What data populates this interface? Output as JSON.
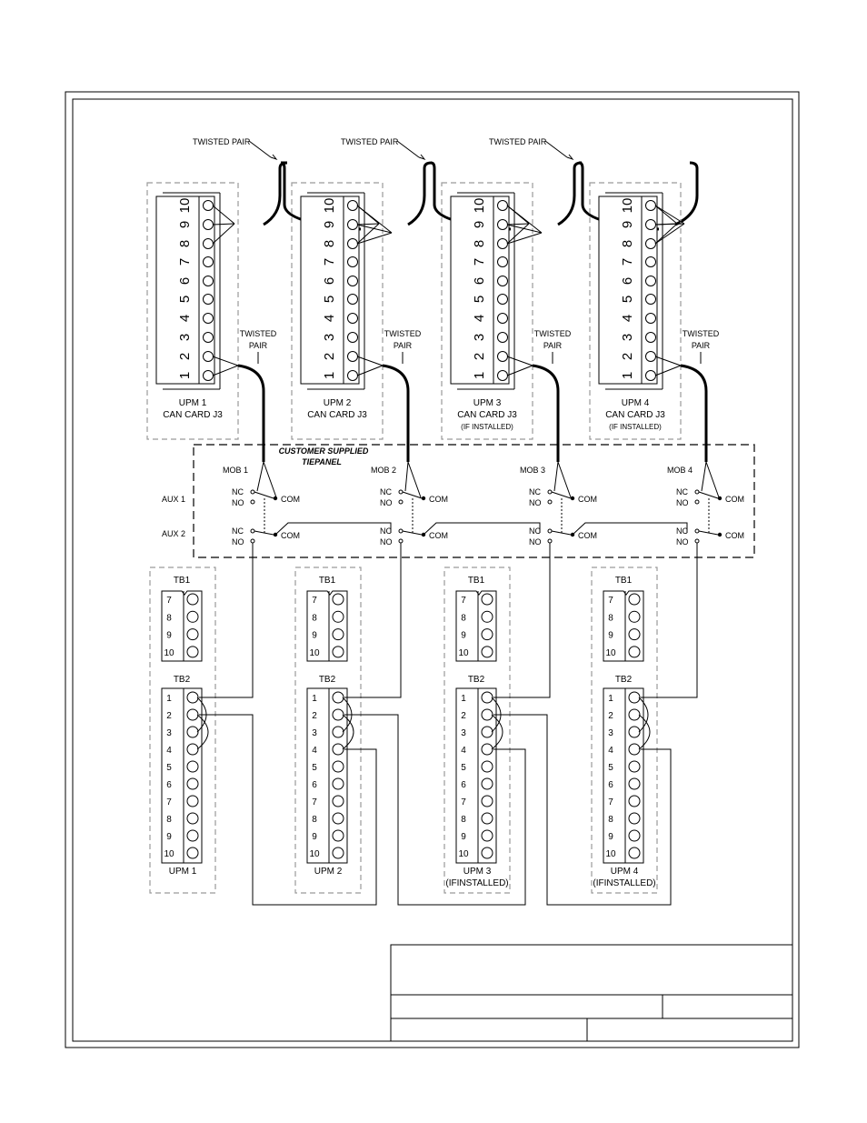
{
  "labels": {
    "twisted_pair": "TWISTED PAIR",
    "twisted": "TWISTED",
    "pair": "PAIR",
    "can_card": "CAN CARD J3",
    "if_installed_paren": "(IF INSTALLED)",
    "if_installed_tb": "(IFINSTALLED)",
    "tie_panel_line1": "CUSTOMER SUPPLIED",
    "tie_panel_line2": "TIEPANEL",
    "aux1": "AUX 1",
    "aux2": "AUX 2",
    "nc": "NC",
    "no": "NO",
    "com": "COM",
    "tb1": "TB1",
    "tb2": "TB2"
  },
  "upms": [
    {
      "card_label": "UPM 1",
      "mob": "MOB 1",
      "tb_label": "UPM 1",
      "optional": false
    },
    {
      "card_label": "UPM 2",
      "mob": "MOB 2",
      "tb_label": "UPM 2",
      "optional": false
    },
    {
      "card_label": "UPM 3",
      "mob": "MOB 3",
      "tb_label": "UPM 3",
      "optional": true
    },
    {
      "card_label": "UPM 4",
      "mob": "MOB 4",
      "tb_label": "UPM 4",
      "optional": true
    }
  ],
  "can_pins": [
    "1",
    "2",
    "3",
    "4",
    "5",
    "6",
    "7",
    "8",
    "9",
    "10"
  ],
  "tb1_pins": [
    "7",
    "8",
    "9",
    "10"
  ],
  "tb2_pins": [
    "1",
    "2",
    "3",
    "4",
    "5",
    "6",
    "7",
    "8",
    "9",
    "10"
  ]
}
